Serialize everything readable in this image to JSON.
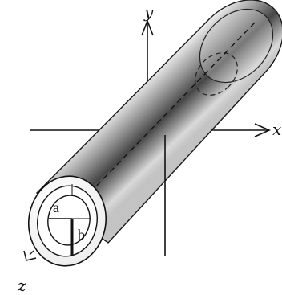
{
  "axes": {
    "x_label": "x",
    "y_label": "y",
    "z_label": "z"
  },
  "radii": {
    "inner_label": "a",
    "outer_label": "b"
  },
  "colors": {
    "ink": "#111111",
    "shadow": "#3a3a3a",
    "highlight": "#f4f4f4",
    "background": "#ffffff"
  }
}
